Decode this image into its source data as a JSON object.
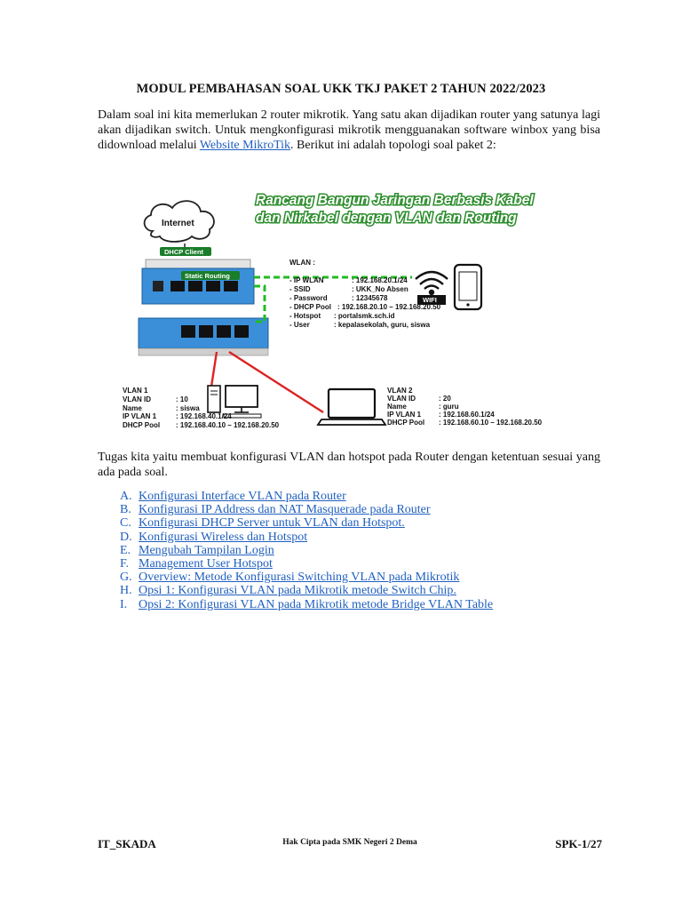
{
  "document": {
    "title": "MODUL PEMBAHASAN SOAL UKK TKJ PAKET 2 TAHUN 2022/2023",
    "intro_text_1": "Dalam soal ini kita memerlukan 2 router mikrotik. Yang satu akan dijadikan router yang satunya lagi akan dijadikan switch. Untuk mengkonfigurasi mikrotik mengguanakan software winbox yang bisa didownload melalui ",
    "intro_link": "Website MikroTik",
    "intro_text_2": ". Berikut ini adalah topologi soal paket 2:",
    "tugas_text": "Tugas kita yaitu membuat konfigurasi VLAN dan hotspot pada Router dengan ketentuan sesuai yang ada pada soal.",
    "toc": [
      {
        "letter": "A.",
        "label": "Konfigurasi Interface VLAN pada Router"
      },
      {
        "letter": "B.",
        "label": "Konfigurasi IP Address dan NAT Masquerade pada Router"
      },
      {
        "letter": "C.",
        "label": "Konfigurasi DHCP Server untuk VLAN dan Hotspot."
      },
      {
        "letter": "D.",
        "label": "Konfigurasi Wireless dan Hotspot"
      },
      {
        "letter": "E.",
        "label": "Mengubah Tampilan Login"
      },
      {
        "letter": "F.",
        "label": "Management User Hotspot"
      },
      {
        "letter": "G.",
        "label": "Overview: Metode Konfigurasi Switching VLAN pada Mikrotik"
      },
      {
        "letter": "H.",
        "label": "Opsi 1: Konfigurasi VLAN pada Mikrotik metode Switch Chip."
      },
      {
        "letter": "I.",
        "label": "Opsi 2: Konfigurasi VLAN pada Mikrotik metode Bridge VLAN Table"
      }
    ]
  },
  "diagram": {
    "banner_line1": "Rancang Bangun Jaringan Berbasis Kabel",
    "banner_line2": "dan Nirkabel dengan VLAN dan Routing",
    "internet": "Internet",
    "dhcp_client": "DHCP Client",
    "static_routing": "Static Routing",
    "wifi": "WIFI",
    "wlan": {
      "heading": "WLAN :",
      "rows": [
        {
          "key": "- IP WLAN",
          "val": ": 192.168.20.1/24"
        },
        {
          "key": "- SSID",
          "val": ": UKK_No Absen"
        },
        {
          "key": "- Password",
          "val": ": 12345678"
        },
        {
          "key": "- DHCP Pool",
          "val": ": 192.168.20.10 – 192.168.20.50"
        },
        {
          "key": "- Hotspot",
          "val": ": portalsmk.sch.id"
        },
        {
          "key": "- User",
          "val": ": kepalasekolah, guru, siswa"
        }
      ]
    },
    "vlan1": {
      "heading": "VLAN 1",
      "rows": [
        {
          "key": "VLAN ID",
          "val": ": 10"
        },
        {
          "key": "Name",
          "val": ": siswa"
        },
        {
          "key": "IP VLAN 1",
          "val": ": 192.168.40.1/24"
        },
        {
          "key": "DHCP Pool",
          "val": ": 192.168.40.10 – 192.168.20.50"
        }
      ]
    },
    "vlan2": {
      "heading": "VLAN 2",
      "rows": [
        {
          "key": "VLAN ID",
          "val": ": 20"
        },
        {
          "key": "Name",
          "val": ": guru"
        },
        {
          "key": "IP VLAN 1",
          "val": ": 192.168.60.1/24"
        },
        {
          "key": "DHCP Pool",
          "val": ": 192.168.60.10 – 192.168.20.50"
        }
      ]
    },
    "colors": {
      "green_line": "#22bb22",
      "red_line": "#dd2222",
      "device_blue": "#3a8fd8",
      "banner_green": "#2a8c2a"
    }
  },
  "footer": {
    "left": "IT_SKADA",
    "center": "Hak Cipta pada SMK Negeri 2 Dema",
    "right": "SPK-1/27"
  }
}
